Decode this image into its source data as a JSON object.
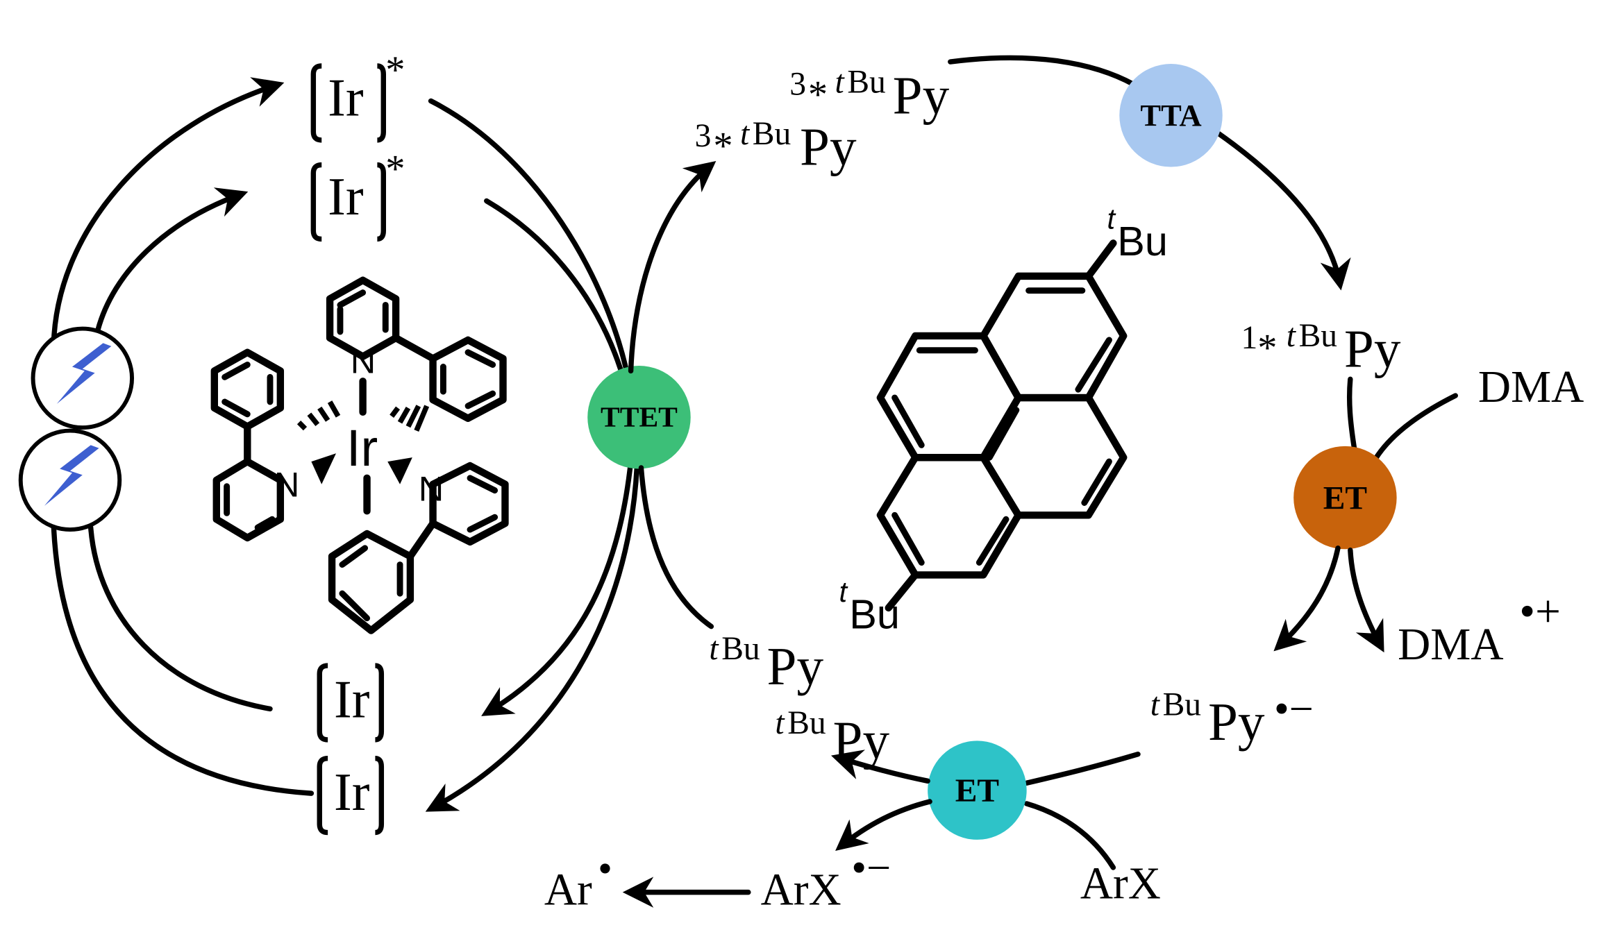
{
  "colors": {
    "ttet": "#3cbf78",
    "tta": "#a8c8f0",
    "et_orange": "#c8630c",
    "et_teal": "#2ec3c8",
    "lightning": "#3e5fd0",
    "line": "#000000"
  },
  "icons": [
    "lightning-bolt-icon",
    "lightning-bolt-icon"
  ],
  "ir_species": {
    "ir_core": "Ir",
    "star": "*"
  },
  "complex": {
    "metal": "Ir",
    "n_label": "N"
  },
  "badges": {
    "ttet": "TTET",
    "tta": "TTA",
    "et1": "ET",
    "et2": "ET"
  },
  "pyrene": {
    "tbu_prefix": "t",
    "tbu_main": "Bu"
  },
  "labels": {
    "triplet_sup": "3",
    "singlet_sup": "1",
    "star": "*",
    "tbu_sup": "tBu",
    "t_italic": "t",
    "bu": "Bu",
    "py": "Py",
    "dma": "DMA",
    "dma_charge": "•+",
    "radical_anion": "•−",
    "arx": "ArX",
    "ar": "Ar",
    "radical": "•"
  }
}
